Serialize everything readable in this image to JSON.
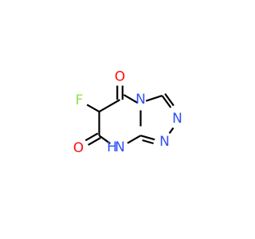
{
  "molecule": {
    "atoms": {
      "o5": {
        "label": "O",
        "color": "#ff0d0d"
      },
      "f": {
        "label": "F",
        "color": "#90e050"
      },
      "o7": {
        "label": "O",
        "color": "#ff0d0d"
      },
      "nh": {
        "label": "N",
        "h_label": "H",
        "color": "#3050f8"
      },
      "n_bridge": {
        "label": "N",
        "color": "#3050f8"
      },
      "n2": {
        "label": "N",
        "color": "#3050f8"
      },
      "n1": {
        "label": "N",
        "color": "#3050f8"
      }
    }
  }
}
